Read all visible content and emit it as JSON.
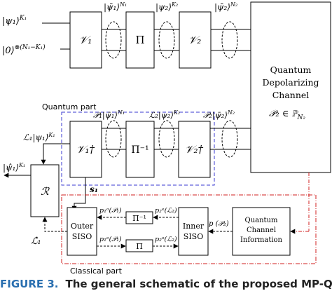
{
  "inputs": {
    "psi1": "|ψ₁⟩",
    "psi1_exp": "K₁",
    "zero": "|0⟩",
    "zero_exp": "⊗(N₁−K₁)"
  },
  "encoder": {
    "v1": "𝒱₁",
    "pi": "Π",
    "v2": "𝒱₂",
    "bar_psi1": "|ψ̄₁⟩",
    "bar_psi1_exp": "N₁",
    "psi2": "|ψ₂⟩",
    "psi2_exp": "K₂",
    "bar_psi2": "|ψ̄₂⟩",
    "bar_psi2_exp": "N₂"
  },
  "channel": {
    "line1": "Quantum",
    "line2": "Depolarizing",
    "line3": "Channel",
    "formula": "𝒫₂ ∈ ℙ",
    "formula_sub": "N₂"
  },
  "quantum_part": {
    "label": "Quantum part",
    "v1_dagger": "𝒱₁†",
    "pi_inv": "Π⁻¹",
    "v2_dagger": "𝒱₂†",
    "p1_bar_psi1": "𝒫₁|ψ̄₁⟩",
    "p1_bar_psi1_exp": "N₁",
    "l2_psi2": "ℒ₂|ψ₂⟩",
    "l2_psi2_exp": "K₂",
    "p2_bar_psi2": "𝒫₂|ψ̄₂⟩",
    "p2_bar_psi2_exp": "N₂",
    "l1_psi1": "ℒ₁|ψ₁⟩",
    "l1_psi1_exp": "K₁"
  },
  "recovery": {
    "r": "ℛ",
    "out_hat": "|ψ̂₁⟩",
    "out_hat_exp": "K₁",
    "s1": "s₁"
  },
  "classical_part": {
    "label": "Classical part",
    "outer_line1": "Outer",
    "outer_line2": "SISO",
    "inner_line1": "Inner",
    "inner_line2": "SISO",
    "pi_inv": "Π⁻¹",
    "pi": "Π",
    "po_p1": "p₁ᵒ(𝒫₁)",
    "pe_l2": "p₂ᵉ(ℒ₂)",
    "pe_p1": "p₁ᵉ(𝒫₁)",
    "po_l2": "p₂ᵒ(ℒ₂)",
    "p_p2": "p (𝒫₂)",
    "qci_line1": "Quantum",
    "qci_line2": "Channel",
    "qci_line3": "Information",
    "l1_hat": "ℒ̂₁"
  },
  "caption": {
    "figure": "FIGURE 3.",
    "text": "The general schematic of the proposed MP-QSBC QURC"
  },
  "colors": {
    "quantum_border": "#3a3ad0",
    "quantum_label": "#1a1ab0",
    "classical_border": "#d02020",
    "classical_label": "#c01818",
    "caption_accent": "#2a6fb0"
  }
}
